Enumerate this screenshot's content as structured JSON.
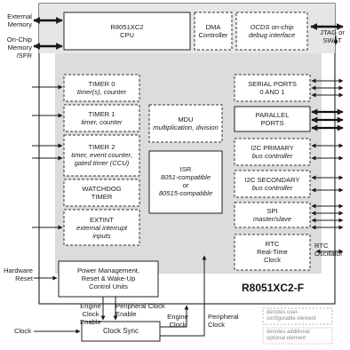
{
  "chip_name": "R8051XC2-F",
  "cpu": {
    "line1": "R8051XC2",
    "line2": "CPU"
  },
  "dma": {
    "line1": "DMA",
    "line2": "Controller"
  },
  "ocds": {
    "line1": "OCDS on-chip",
    "line2": "debug interface"
  },
  "timer0": {
    "title": "TIMER 0",
    "desc": "timer(s), counter"
  },
  "timer1": {
    "title": "TIMER 1",
    "desc": "timer, counter"
  },
  "timer2": {
    "title": "TIMER 2",
    "desc1": "timer, event counter,",
    "desc2": "gated timer (CCU)"
  },
  "watchdog": {
    "line1": "WATCHDOG",
    "line2": "TIMER"
  },
  "extint": {
    "title": "EXTINT",
    "desc1": "external interrupt",
    "desc2": "inputs"
  },
  "mdu": {
    "title": "MDU",
    "desc": "multiplication, division"
  },
  "isr": {
    "title": "ISR",
    "desc1": "8051-compatible",
    "desc2": "or",
    "desc3": "80515-compatible"
  },
  "serial": {
    "line1": "SERIAL PORTS",
    "line2": "0 AND 1"
  },
  "parallel": {
    "line1": "PARALLEL",
    "line2": "PORTS"
  },
  "i2c_primary": {
    "title": "I2C PRIMARY",
    "desc": "bus controller"
  },
  "i2c_secondary": {
    "title": "I2C SECONDARY",
    "desc": "bus controller"
  },
  "spi": {
    "title": "SPI",
    "desc": "master/slave"
  },
  "rtc": {
    "line1": "RTC",
    "line2": "Real-Time",
    "line3": "Clock"
  },
  "power": {
    "line1": "Power Management,",
    "line2": "Reset & Wake-Up",
    "line3": "Control Units"
  },
  "clock_sync": "Clock Sync",
  "signals": {
    "external_memory": {
      "line1": "External",
      "line2": "Memory"
    },
    "onchip_memory": {
      "line1": "On-Chip",
      "line2": "Memory",
      "line3": "/SFR"
    },
    "jtag": {
      "line1": "JTAG or",
      "line2": "SWAT"
    },
    "rtc_osc": {
      "line1": "RTC",
      "line2": "Oscillator"
    },
    "hw_reset": {
      "line1": "Hardware",
      "line2": "Reset"
    },
    "clock": "Clock",
    "engine_clock_enable": {
      "line1": "Engine Clock",
      "line2": "Enable"
    },
    "peripheral_clock_enable": {
      "line1": "Peripheral Clock",
      "line2": "Enable"
    },
    "engine_clock": {
      "line1": "Engine",
      "line2": "Clock"
    },
    "peripheral_clock": {
      "line1": "Peripheral",
      "line2": "Clock"
    }
  },
  "legend": {
    "configurable": {
      "line1": "denotes user-",
      "line2": "configurable element"
    },
    "optional": {
      "line1": "denotes additional",
      "line2": "optional element"
    }
  }
}
